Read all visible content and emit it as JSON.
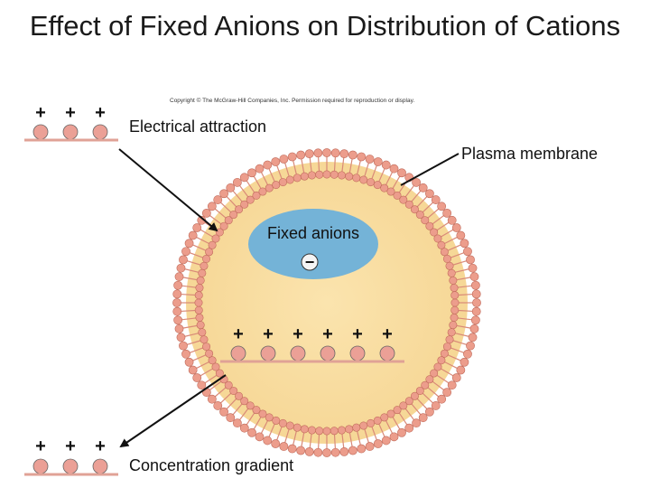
{
  "title": "Effect of Fixed Anions on Distribution of Cations",
  "copyright": "Copyright © The McGraw-Hill Companies, Inc. Permission required for reproduction or display.",
  "labels": {
    "electrical_attraction": "Electrical attraction",
    "plasma_membrane": "Plasma membrane",
    "fixed_anions": "Fixed anions",
    "concentration_gradient": "Concentration gradient"
  },
  "symbols": {
    "cation": "+",
    "anion": "−"
  },
  "cation_groups": {
    "top_left_count": 3,
    "inside_cell_count": 6,
    "bottom_left_count": 3
  },
  "colors": {
    "cytoplasm": "#f9dfa5",
    "membrane_bead": "#ec9d8c",
    "membrane_bead_stroke": "#c06a5a",
    "lipid_tail": "#d98a78",
    "anion_region": "#74b3d7",
    "cation_bead": "#eba096",
    "cation_line": "#e0a296"
  }
}
